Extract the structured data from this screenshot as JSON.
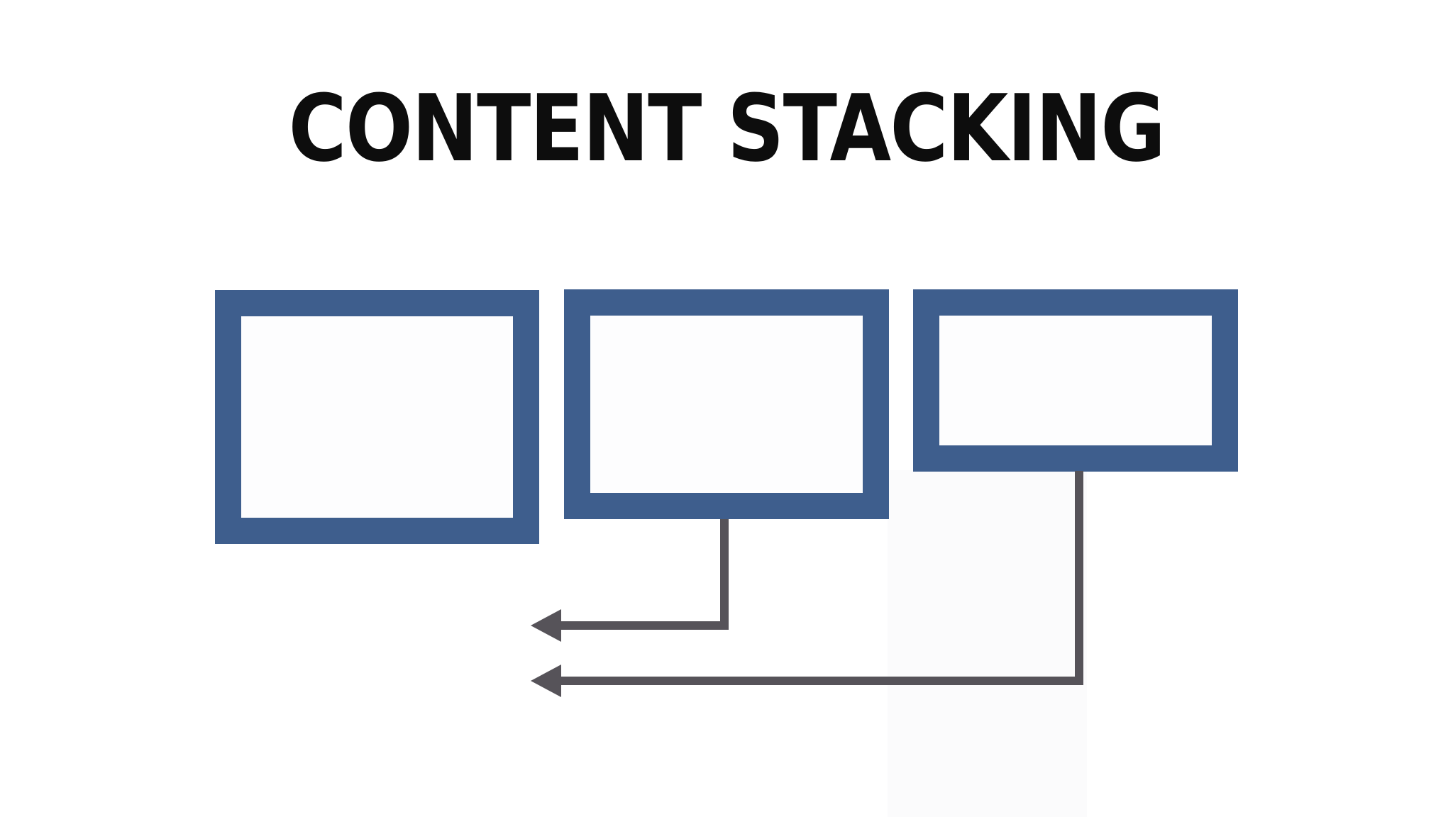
{
  "slide": {
    "title": "CONTENT STACKING",
    "title_color": "#0d0d0d",
    "background_color": "#ffffff"
  },
  "diagram": {
    "accent_blue": "#3e5e8d",
    "arrow_gray": "#565359",
    "box_fill": "#fdfdfe",
    "background_band_color": "#fbfbfc",
    "boxes": [
      {
        "id": "content-box-1",
        "label": "",
        "border_color": "#3e5e8d",
        "fill_color": "#fdfdfe",
        "size": "tall"
      },
      {
        "id": "content-box-2",
        "label": "",
        "border_color": "#3e5e8d",
        "fill_color": "#fdfdfe",
        "size": "medium"
      },
      {
        "id": "content-box-3",
        "label": "",
        "border_color": "#3e5e8d",
        "fill_color": "#fdfdfe",
        "size": "short"
      }
    ],
    "arrows": [
      {
        "id": "arrow-from-box2",
        "from": "content-box-2",
        "shape": "down-then-left",
        "color": "#565359"
      },
      {
        "id": "arrow-from-box3",
        "from": "content-box-3",
        "shape": "down-then-left",
        "color": "#565359"
      }
    ]
  }
}
